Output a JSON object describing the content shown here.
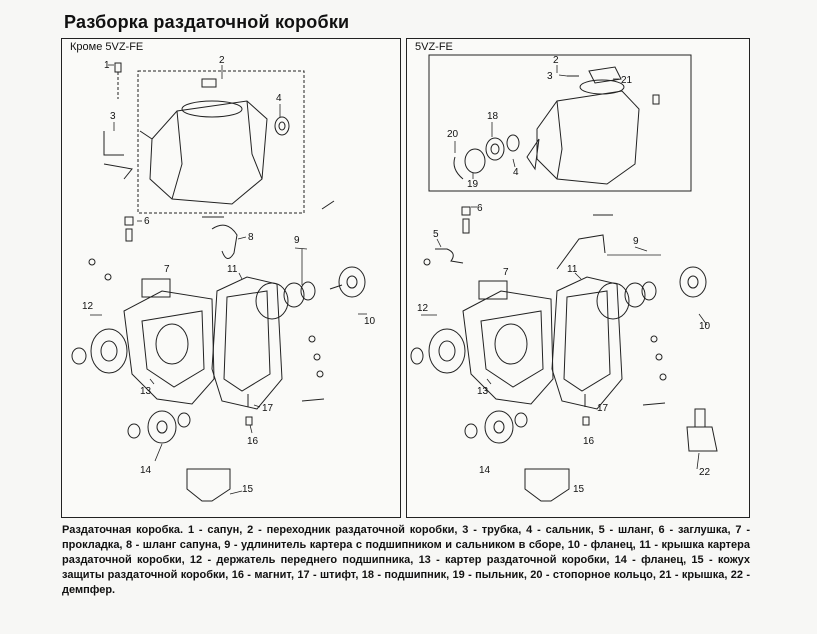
{
  "title": "Разборка раздаточной коробки",
  "left_panel": {
    "label": "Кроме 5VZ-FE",
    "callouts": [
      "1",
      "2",
      "3",
      "4",
      "6",
      "7",
      "8",
      "9",
      "10",
      "11",
      "12",
      "13",
      "14",
      "15",
      "16",
      "17"
    ]
  },
  "right_panel": {
    "label": "5VZ-FE",
    "callouts": [
      "2",
      "3",
      "21",
      "18",
      "20",
      "4",
      "19",
      "6",
      "5",
      "7",
      "9",
      "11",
      "12",
      "10",
      "13",
      "17",
      "16",
      "22",
      "14",
      "15"
    ]
  },
  "caption": "Раздаточная коробка. 1 - сапун, 2 - переходник раздаточной коробки, 3 - трубка, 4 - сальник, 5 - шланг, 6 - заглушка, 7 - прокладка, 8 - шланг сапуна, 9 - удлинитель картера с подшипником и сальником в сборе, 10 - фланец, 11 - крышка картера раздаточной коробки, 12 - держатель переднего подшипника, 13 - картер раздаточной коробки, 14 - фланец, 15 - кожух защиты раздаточной коробки, 16 - магнит, 17 - штифт, 18 - подшипник, 19 - пыльник, 20 - стопорное кольцо, 21 - крышка, 22 - демпфер."
}
